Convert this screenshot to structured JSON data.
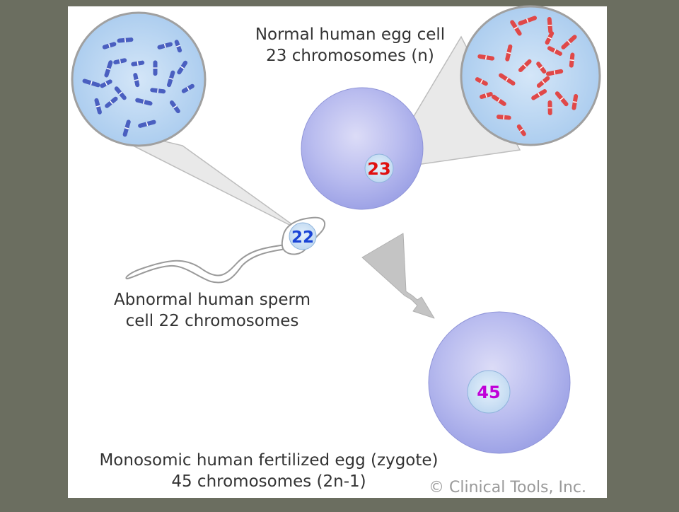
{
  "labels": {
    "egg_line1": "Normal human egg cell",
    "egg_line2": "23 chromosomes (n)",
    "sperm_line1": "Abnormal human sperm",
    "sperm_line2": "cell 22 chromosomes",
    "zygote_line1": "Monosomic human fertilized egg (zygote)",
    "zygote_line2": "45 chromosomes (2n-1)"
  },
  "counts": {
    "sperm": "22",
    "egg": "23",
    "zygote": "45"
  },
  "copyright": "© Clinical Tools, Inc.",
  "colors": {
    "sperm_chromosomes": "#4a5fc0",
    "egg_chromosomes": "#e04848",
    "sperm_count": "#1a44d6",
    "egg_count": "#e01010",
    "zygote_count": "#c000d8",
    "cell_fill": "#b3b8ee"
  }
}
